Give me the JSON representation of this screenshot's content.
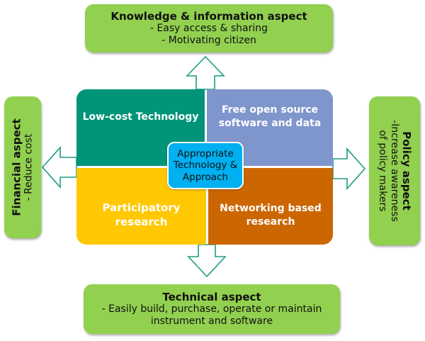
{
  "diagram": {
    "center": {
      "lines": [
        "Appropriate",
        "Technology &",
        "Approach"
      ],
      "color": "#00b0f0"
    },
    "quadrants": [
      {
        "id": "top-left",
        "label": "Low-cost Technology",
        "color": "#009479"
      },
      {
        "id": "top-right",
        "lines": [
          "Free open source",
          "software and data"
        ],
        "color": "#7f96cc"
      },
      {
        "id": "bottom-left",
        "lines": [
          "Participatory",
          "research"
        ],
        "color": "#ffc800"
      },
      {
        "id": "bottom-right",
        "lines": [
          "Networking based",
          "research"
        ],
        "color": "#cc6600"
      }
    ],
    "aspects": {
      "top": {
        "title": "Knowledge & information aspect",
        "lines": [
          "- Easy access & sharing",
          "- Motivating citizen"
        ]
      },
      "left": {
        "title": "Financial aspect",
        "lines": [
          "- Reduce cost"
        ]
      },
      "right": {
        "title": "Policy aspect",
        "lines": [
          "-Increase awareness",
          "of policy makers"
        ]
      },
      "bottom": {
        "title": "Technical aspect",
        "lines": [
          "- Easily build, purchase, operate or maintain",
          "instrument and software"
        ]
      }
    },
    "aspect_color": "#92d050",
    "arrow_color": "#1e9c84",
    "arrows": [
      "up",
      "left",
      "right",
      "down"
    ]
  }
}
